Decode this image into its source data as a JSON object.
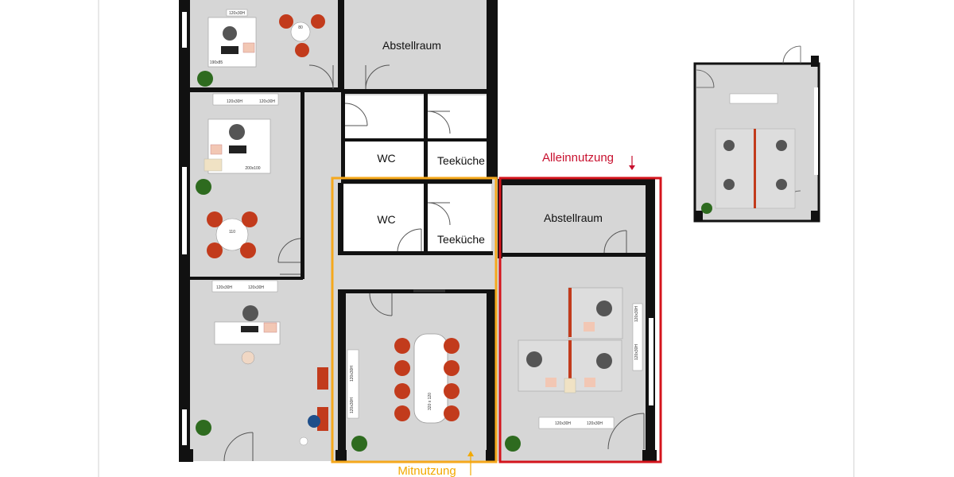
{
  "rooms": {
    "storage_top": "Abstellraum",
    "wc_top": "WC",
    "kitchen_top": "Teeküche",
    "wc_mid": "WC",
    "kitchen_mid": "Teeküche",
    "storage_red": "Abstellraum"
  },
  "annotations": {
    "exclusive_use": "Alleinnutzung",
    "shared_use": "Mitnutzung"
  },
  "furniture_labels": {
    "table_round_top": "80",
    "table_round_mid": "110",
    "desk_top": "190x85",
    "desk_mid": "200x100",
    "shelf_120": "120x30H",
    "conf_table": "320 x 120"
  },
  "colors": {
    "wall": "#111111",
    "floor": "#d6d6d6",
    "chair_red": "#c23b1c",
    "exclusive_frame": "#d4141c",
    "shared_frame": "#f5a81c",
    "plant": "#2e6b1f"
  }
}
